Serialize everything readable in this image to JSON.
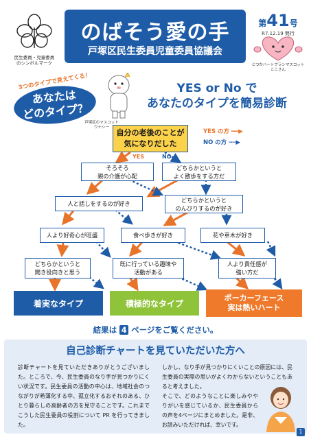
{
  "header": {
    "title": "のばそう愛の手",
    "subtitle": "戸塚区民生委員児童委員協議会",
    "issue_prefix": "第",
    "issue_number": "41",
    "issue_suffix": "号",
    "issue_date": "R7.12.19 発行",
    "emblem_caption_1": "民生委員・児童委員",
    "emblem_caption_2": "のシンボルマーク",
    "heart_caption_1": "とつかハートプランマスコット",
    "heart_caption_2": "ここさん"
  },
  "intro": {
    "badge_arc": "3つのタイプで見えてくる！",
    "badge_line1": "あなたは",
    "badge_line2": "どのタイプ？",
    "mascot_caption_1": "戸塚区のマスコット",
    "mascot_caption_2": "ウナシー",
    "headline_1": "YES or No で",
    "headline_2": "あなたのタイプを簡易診断"
  },
  "flow": {
    "start_1": "自分の老後のことが",
    "start_2": "気になりだした",
    "legend_yes": "YES の方",
    "legend_no": "NO の方",
    "yes_label": "YES",
    "no_label": "NO",
    "n_care_1": "そろそろ",
    "n_care_2": "親の介護が心配",
    "n_walk_1": "どちらかというと",
    "n_walk_2": "よく散歩をする方だ",
    "n_talk": "人と話しをするのが好き",
    "n_relax_1": "どちらかというと",
    "n_relax_2": "のんびりするのが好き",
    "n_curious": "人より好奇心が旺盛",
    "n_food": "食べ歩きが好き",
    "n_flower": "花や草木が好き",
    "n_listen_1": "どちらかというと",
    "n_listen_2": "聞き役向きと思う",
    "n_hobby_1": "既に行っている趣味や",
    "n_hobby_2": "活動がある",
    "n_resp_1": "人より責任感が",
    "n_resp_2": "強い方だ",
    "result_steady": "着実なタイプ",
    "result_active": "積極的なタイプ",
    "result_poker_1": "ポーカーフェース",
    "result_poker_2": "実は熱いハート",
    "result_line_before": "結果は",
    "result_page": "4",
    "result_line_after": "ページをご覧ください。"
  },
  "panel": {
    "title": "自己診断チャートを見ていただいた方へ",
    "col1": "診断チャートを見ていただきありがとうございました。ところで、今、民生委員のなり手が見つかりにくい状況です。民生委員の活動の中心は、地域社会のつながりが希薄化する中、孤立化するおそれのある、ひとり暮らしの高齢者の方を見守ることです。これまでこうした民生委員の役割について PR を行ってきました。",
    "col2a": "しかし、なり手が見つかりにくいことの原因には、民生委員の実際の思いがよくわからないということもあると考えました。",
    "col2b": "そこで、どのようなことに楽しみややりがいを感じているか、民生委員からの声を4ページにまとめました。是非、お読みいただければ、幸いです。",
    "page_number": "1"
  },
  "colors": {
    "blue": "#1f5ca8",
    "orange": "#e8732a",
    "yellow": "#fcd24a",
    "green": "#8fc43a",
    "panel_bg": "#e3ecf7"
  }
}
